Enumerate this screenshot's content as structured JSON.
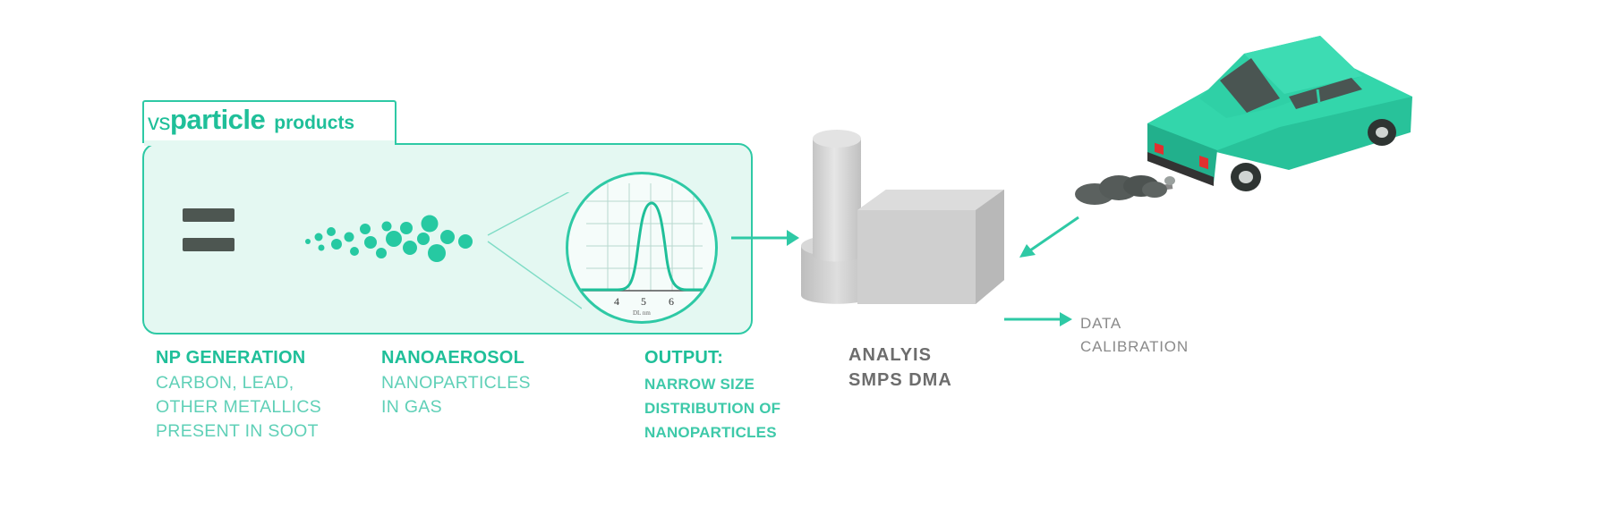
{
  "brand": {
    "prefix": "vs",
    "name": "particle",
    "suffix": "products"
  },
  "magnifier": {
    "tick_labels": [
      "4",
      "5",
      "6"
    ],
    "axis_label": "DL nm"
  },
  "captions": {
    "np_generation": {
      "title": "NP GENERATION",
      "lines": [
        "CARBON, LEAD,",
        "OTHER METALLICS",
        "PRESENT IN SOOT"
      ]
    },
    "nanoaerosol": {
      "title": "NANOAEROSOL",
      "lines": [
        "NANOPARTICLES",
        "IN GAS"
      ]
    },
    "output": {
      "title": "OUTPUT:",
      "lines": [
        "NARROW SIZE",
        "DISTRIBUTION OF",
        "NANOPARTICLES"
      ]
    },
    "analysis": {
      "lines": [
        "ANALYIS",
        "SMPS DMA"
      ]
    },
    "data": {
      "lines": [
        "DATA",
        "CALIBRATION"
      ]
    }
  },
  "colors": {
    "accent": "#2ec9a5",
    "panel_fill": "#e4f8f2",
    "car": "#2fd3a8",
    "instrument": "#d3d3d3",
    "equals": "#4d5651",
    "smoke": "#555b59"
  },
  "icons": [
    "equals-icon",
    "particle-cloud-icon",
    "magnifier-icon",
    "instrument-icon",
    "car-icon",
    "exhaust-smoke-icon",
    "arrow-icon"
  ]
}
